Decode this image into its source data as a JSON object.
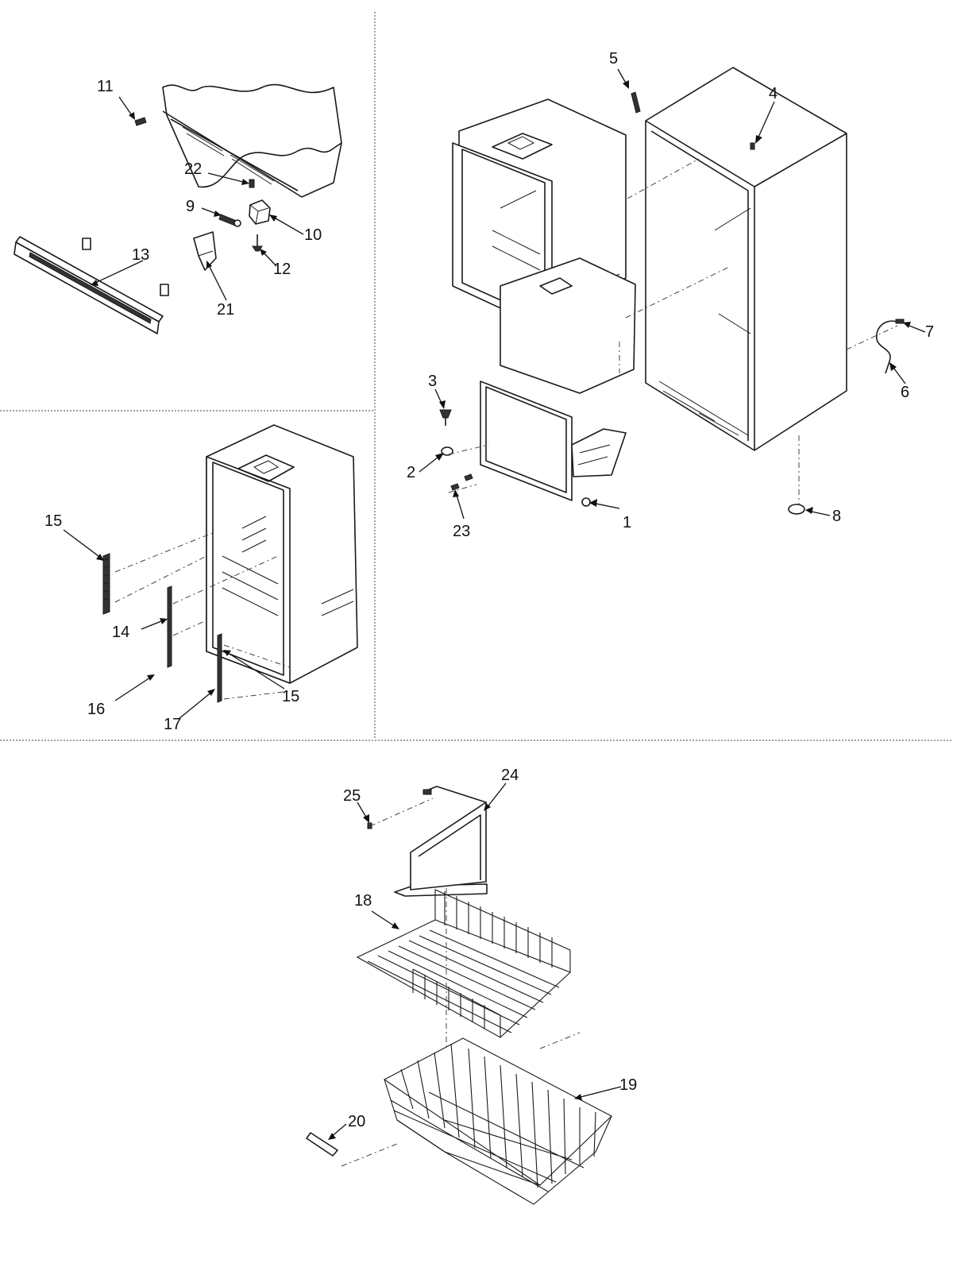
{
  "callouts": [
    {
      "id": "c1",
      "text": "1"
    },
    {
      "id": "c2",
      "text": "2"
    },
    {
      "id": "c3",
      "text": "3"
    },
    {
      "id": "c4",
      "text": "4"
    },
    {
      "id": "c5",
      "text": "5"
    },
    {
      "id": "c6",
      "text": "6"
    },
    {
      "id": "c7",
      "text": "7"
    },
    {
      "id": "c8",
      "text": "8"
    },
    {
      "id": "c9",
      "text": "9"
    },
    {
      "id": "c10",
      "text": "10"
    },
    {
      "id": "c11",
      "text": "11"
    },
    {
      "id": "c12",
      "text": "12"
    },
    {
      "id": "c13",
      "text": "13"
    },
    {
      "id": "c14",
      "text": "14"
    },
    {
      "id": "c15a",
      "text": "15"
    },
    {
      "id": "c15b",
      "text": "15"
    },
    {
      "id": "c16",
      "text": "16"
    },
    {
      "id": "c17",
      "text": "17"
    },
    {
      "id": "c18",
      "text": "18"
    },
    {
      "id": "c19",
      "text": "19"
    },
    {
      "id": "c20",
      "text": "20"
    },
    {
      "id": "c21",
      "text": "21"
    },
    {
      "id": "c22",
      "text": "22"
    },
    {
      "id": "c23",
      "text": "23"
    },
    {
      "id": "c24",
      "text": "24"
    },
    {
      "id": "c25",
      "text": "25"
    }
  ]
}
